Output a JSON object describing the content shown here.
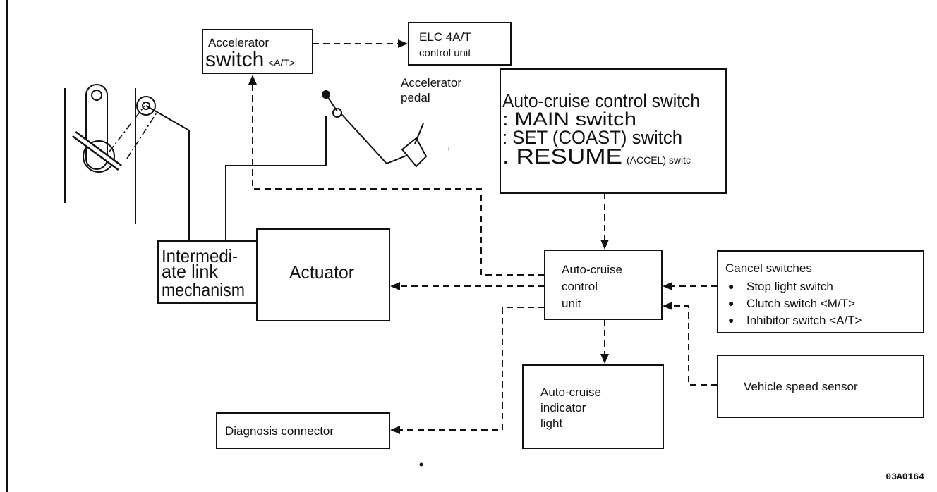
{
  "blocks": {
    "accelerator_switch": {
      "line1": "Accelerator",
      "line2": "switch",
      "suffix": "<A/T>"
    },
    "elc_unit": {
      "line1": "ELC 4A/T",
      "line2": "control unit"
    },
    "accelerator_pedal": {
      "line1": "Accelerator",
      "line2": "pedal"
    },
    "cruise_switch": {
      "line1": "Auto-cruise control switch",
      "line2": ": MAIN switch",
      "line3": ": SET (COAST) switch",
      "line4": ". RESUME",
      "line4_suffix": "(ACCEL) switc"
    },
    "intermediate_link": {
      "line1": "Intermedi-",
      "line2": "ate link",
      "line3": "mechanism"
    },
    "actuator": {
      "label": "Actuator"
    },
    "control_unit": {
      "line1": "Auto-cruise",
      "line2": "control",
      "line3": "unit"
    },
    "cancel_switches": {
      "title": "Cancel switches",
      "items": [
        "Stop light switch",
        "Clutch switch <M/T>",
        "Inhibitor switch <A/T>"
      ],
      "bullet": "●"
    },
    "indicator_light": {
      "line1": "Auto-cruise",
      "line2": "indicator",
      "line3": "light"
    },
    "speed_sensor": {
      "label": "Vehicle speed sensor"
    },
    "diagnosis_connector": {
      "label": "Diagnosis connector"
    }
  },
  "figure_code": "03A0164"
}
